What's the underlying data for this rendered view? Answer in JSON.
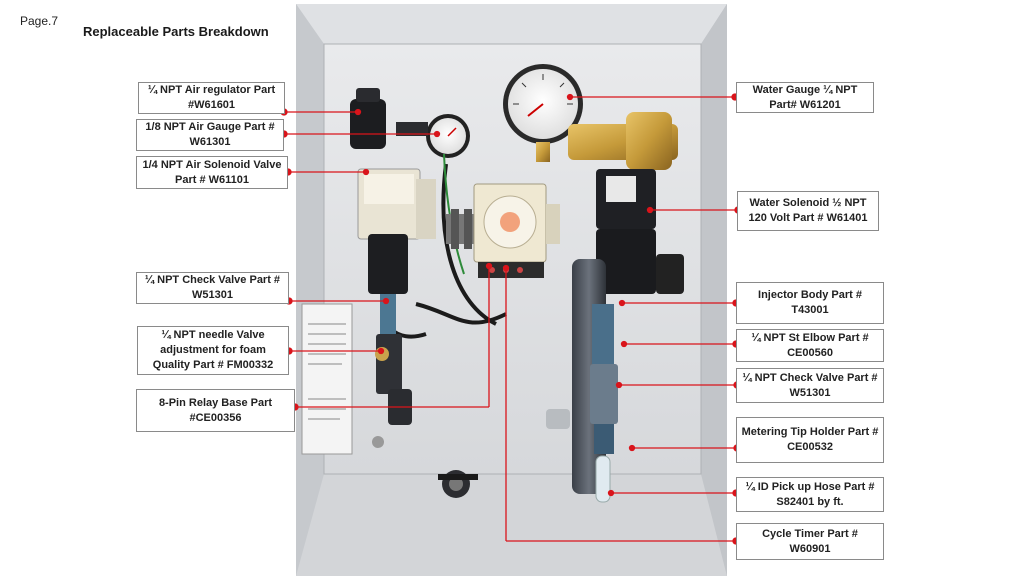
{
  "page": {
    "number": "Page.7",
    "title": "Replaceable Parts Breakdown"
  },
  "colors": {
    "leader": "#d9141b",
    "label_border": "#8a8a8a"
  },
  "labels": {
    "air_regulator": "¼ NPT Air regulator Part #W61601",
    "air_gauge": "1/8 NPT Air Gauge Part # W61301",
    "air_solenoid": "1/4 NPT Air Solenoid Valve Part # W61101",
    "check_valve_left": "¼ NPT Check Valve Part # W51301",
    "needle_valve": "¼ NPT needle Valve adjustment for foam Quality Part # FM00332",
    "relay_base": "8-Pin Relay Base Part #CE00356",
    "water_gauge": "Water Gauge ¼ NPT Part# W61201",
    "water_solenoid": "Water Solenoid ½ NPT 120 Volt Part # W61401",
    "injector_body": "Injector Body Part # T43001",
    "st_elbow": "¼ NPT St Elbow Part # CE00560",
    "check_valve_right": "¼ NPT Check Valve Part # W51301",
    "metering_tip": "Metering Tip Holder Part # CE00532",
    "pickup_hose": "¼ ID Pick up Hose Part # S82401 by ft.",
    "cycle_timer": "Cycle Timer Part # W60901"
  }
}
